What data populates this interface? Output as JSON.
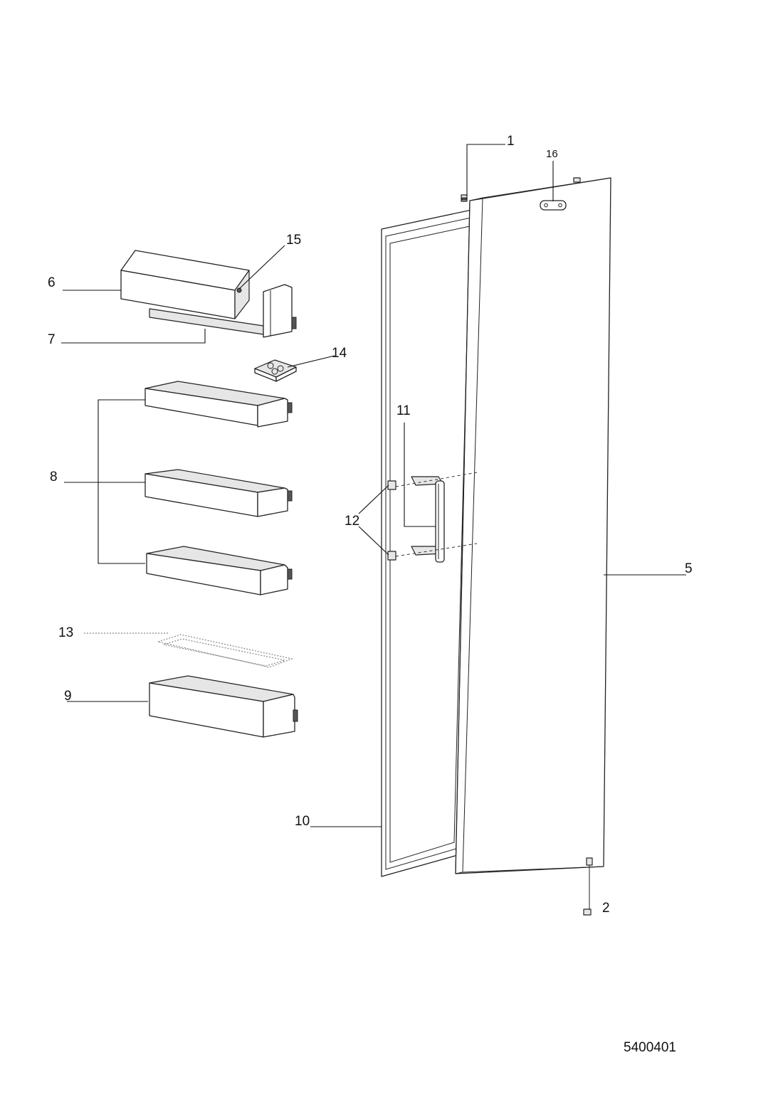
{
  "document_number": "5400401",
  "callouts": [
    {
      "id": "1",
      "label": "1"
    },
    {
      "id": "2",
      "label": "2"
    },
    {
      "id": "5",
      "label": "5"
    },
    {
      "id": "6",
      "label": "6"
    },
    {
      "id": "7",
      "label": "7"
    },
    {
      "id": "8",
      "label": "8"
    },
    {
      "id": "9",
      "label": "9"
    },
    {
      "id": "10",
      "label": "10"
    },
    {
      "id": "11",
      "label": "11"
    },
    {
      "id": "12",
      "label": "12"
    },
    {
      "id": "13",
      "label": "13"
    },
    {
      "id": "14",
      "label": "14"
    },
    {
      "id": "15",
      "label": "15"
    },
    {
      "id": "16",
      "label": "16"
    }
  ]
}
